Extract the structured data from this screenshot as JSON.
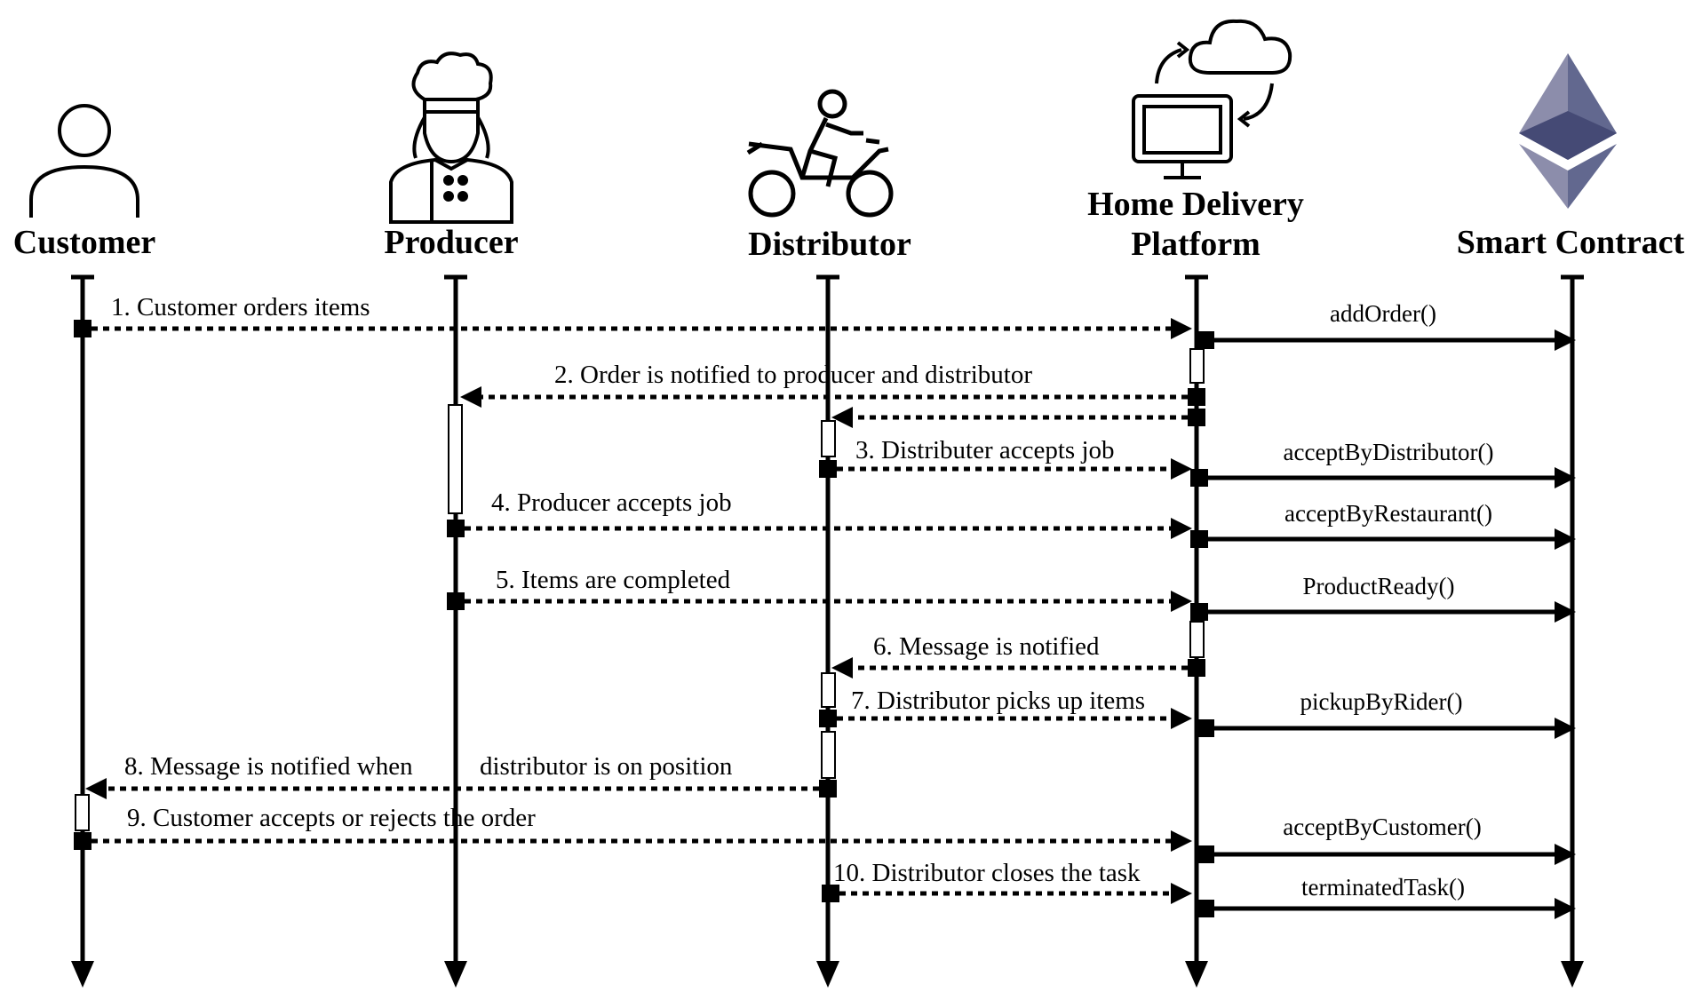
{
  "actors": [
    {
      "id": "customer",
      "name": "Customer"
    },
    {
      "id": "producer",
      "name": "Producer"
    },
    {
      "id": "distributor",
      "name": "Distributor"
    },
    {
      "id": "platform",
      "name_line1": "Home Delivery",
      "name_line2": "Platform"
    },
    {
      "id": "contract",
      "name": "Smart Contract"
    }
  ],
  "messages": [
    {
      "text": "1. Customer orders items",
      "from": "customer",
      "to": "platform"
    },
    {
      "text": "2. Order is notified to producer and distributor",
      "from": "platform",
      "to": "producer"
    },
    {
      "text": "",
      "from": "platform",
      "to": "distributor"
    },
    {
      "text": "3. Distributer accepts job",
      "from": "distributor",
      "to": "platform"
    },
    {
      "text": "4. Producer accepts job",
      "from": "producer",
      "to": "platform"
    },
    {
      "text": "5. Items are completed",
      "from": "producer",
      "to": "platform"
    },
    {
      "text": "6. Message is notified",
      "from": "platform",
      "to": "distributor"
    },
    {
      "text": "7. Distributor picks up items",
      "from": "distributor",
      "to": "platform"
    },
    {
      "text_part1": "8. Message is notified when",
      "text_part2": "distributor is on position",
      "from": "distributor",
      "to": "customer"
    },
    {
      "text": "9. Customer accepts or rejects the order",
      "from": "customer",
      "to": "platform"
    },
    {
      "text": "10. Distributor closes the task",
      "from": "distributor",
      "to": "platform"
    }
  ],
  "contract_calls": [
    {
      "text": "addOrder()"
    },
    {
      "text": "acceptByDistributor()"
    },
    {
      "text": "acceptByRestaurant()"
    },
    {
      "text": "ProductReady()"
    },
    {
      "text": "pickupByRider()"
    },
    {
      "text": "acceptByCustomer()"
    },
    {
      "text": "terminatedTask()"
    }
  ],
  "icons": {
    "customer": "person-icon",
    "producer": "chef-icon",
    "distributor": "motorbike-rider-icon",
    "platform": "computer-cloud-icon",
    "contract": "ethereum-icon"
  },
  "colors": {
    "line": "#000000",
    "ethereum_light": "#8c8dab",
    "ethereum_mid": "#62688f",
    "ethereum_dark": "#454a75"
  }
}
